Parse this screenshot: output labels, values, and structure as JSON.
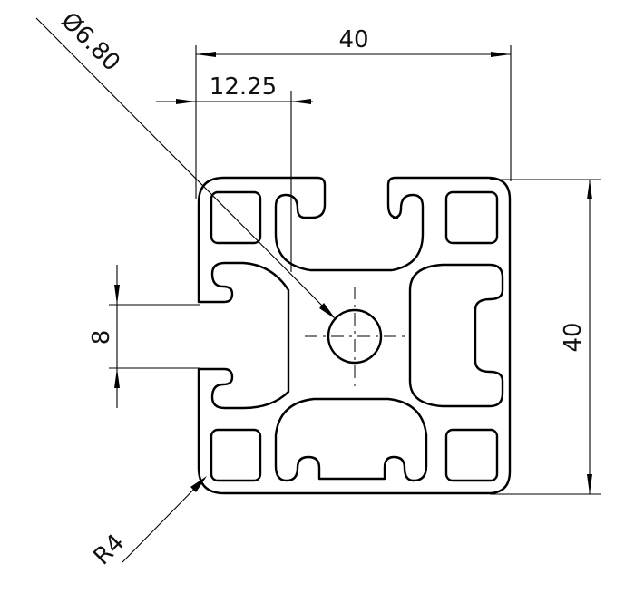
{
  "dimensions": {
    "width_overall": "40",
    "slot_offset": "12.25",
    "height_overall": "40",
    "slot_width": "8",
    "bore_diameter": "Ø6.80",
    "corner_radius": "R4"
  }
}
